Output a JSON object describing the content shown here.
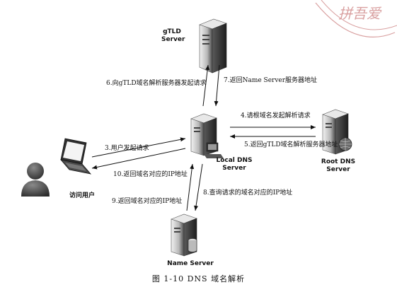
{
  "nodes": {
    "gtld": {
      "line1": "gTLD",
      "line2": "Server"
    },
    "local": {
      "line1": "Local DNS",
      "line2": "Server"
    },
    "root": {
      "line1": "Root DNS",
      "line2": "Server"
    },
    "name": {
      "line1": "Name Server"
    },
    "user": {
      "line1": "访问用户"
    }
  },
  "steps": {
    "s3": "3.用户发起请求",
    "s4": "4.请根域名发起解析请求",
    "s5": "5.返回gTLD域名解析服务器地址",
    "s6": "6.向gTLD域名解析服务器发起请求",
    "s7": "7.返回Name Server服务器地址",
    "s8": "8.查询请求的域名对应的IP地址",
    "s9": "9.返回域名对应的IP地址",
    "s10": "10.返回域名对应的IP地址"
  },
  "caption": "图 1-10   DNS 域名解析",
  "stamp_text": "拼吾爱",
  "colors": {
    "server_dark": "#3a3a3a",
    "server_light": "#d8d8d8",
    "stamp": "#d9a0a0"
  }
}
